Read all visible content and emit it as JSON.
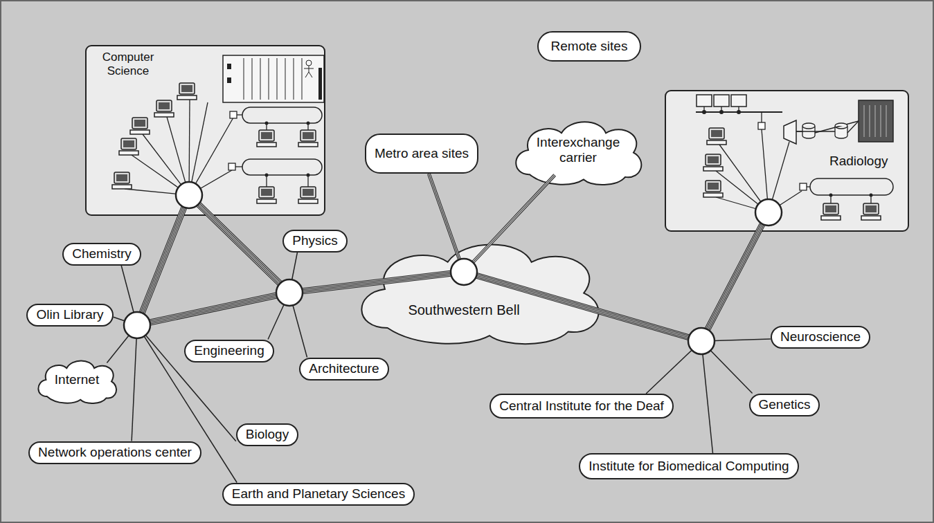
{
  "diagram": {
    "nodes": [
      {
        "text": [
          "Computer Science"
        ]
      },
      {
        "text": [
          "Remote sites"
        ]
      },
      {
        "text": [
          "Metro area sites"
        ]
      },
      {
        "text": [
          "Interexchange carrier"
        ]
      },
      {
        "text": [
          "Radiology"
        ]
      },
      {
        "text": [
          "Chemistry"
        ]
      },
      {
        "text": [
          "Physics"
        ]
      },
      {
        "text": [
          "Southwestern Bell"
        ]
      },
      {
        "text": [
          "Olin Library"
        ]
      },
      {
        "text": [
          "Neuroscience"
        ]
      },
      {
        "text": [
          "Engineering"
        ]
      },
      {
        "text": [
          "Architecture"
        ]
      },
      {
        "text": [
          "Internet"
        ]
      },
      {
        "text": [
          "Genetics"
        ]
      },
      {
        "text": [
          "Central Institute for the Deaf"
        ]
      },
      {
        "text": [
          "Biology"
        ]
      },
      {
        "text": [
          "Network operations center"
        ]
      },
      {
        "text": [
          "Institute for Biomedical Computing"
        ]
      },
      {
        "text": [
          "Earth and Planetary Sciences"
        ]
      }
    ],
    "edges": [
      {
        "from": 2,
        "to": 7,
        "arrow": "none"
      },
      {
        "from": 3,
        "to": 7,
        "arrow": "none"
      }
    ]
  }
}
